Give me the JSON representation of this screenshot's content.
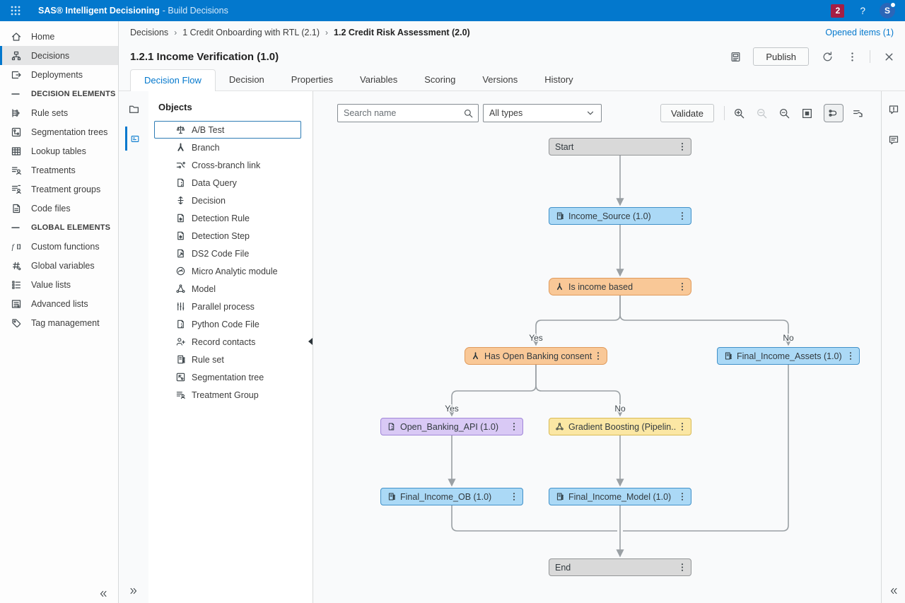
{
  "app_bar": {
    "title_bold": "SAS® Intelligent Decisioning",
    "title_rest": "- Build Decisions",
    "notification_count": "2",
    "help_label": "?",
    "avatar_initial": "S"
  },
  "sidebar": {
    "items": [
      {
        "icon": "home",
        "label": "Home"
      },
      {
        "icon": "decisions",
        "label": "Decisions",
        "selected": true
      },
      {
        "icon": "deployments",
        "label": "Deployments"
      },
      {
        "icon": "section-dash",
        "label": "DECISION ELEMENTS",
        "header": true
      },
      {
        "icon": "rule-sets",
        "label": "Rule sets"
      },
      {
        "icon": "segmentation-trees",
        "label": "Segmentation trees"
      },
      {
        "icon": "lookup-tables",
        "label": "Lookup tables"
      },
      {
        "icon": "treatments",
        "label": "Treatments"
      },
      {
        "icon": "treatment-groups",
        "label": "Treatment groups"
      },
      {
        "icon": "code-files",
        "label": "Code files"
      },
      {
        "icon": "section-dash",
        "label": "GLOBAL ELEMENTS",
        "header": true
      },
      {
        "icon": "custom-functions",
        "label": "Custom functions"
      },
      {
        "icon": "global-variables",
        "label": "Global variables"
      },
      {
        "icon": "value-lists",
        "label": "Value lists"
      },
      {
        "icon": "advanced-lists",
        "label": "Advanced lists"
      },
      {
        "icon": "tag-management",
        "label": "Tag management"
      }
    ]
  },
  "breadcrumb": {
    "separator": "›",
    "items": [
      "Decisions",
      "1 Credit Onboarding with RTL (2.1)",
      "1.2 Credit Risk Assessment (2.0)"
    ],
    "opened_items": "Opened items (1)"
  },
  "header": {
    "title": "1.2.1 Income Verification (1.0)",
    "publish_label": "Publish"
  },
  "tabs": [
    {
      "label": "Decision Flow",
      "active": true
    },
    {
      "label": "Decision"
    },
    {
      "label": "Properties"
    },
    {
      "label": "Variables"
    },
    {
      "label": "Scoring"
    },
    {
      "label": "Versions"
    },
    {
      "label": "History"
    }
  ],
  "objects_panel": {
    "title": "Objects",
    "items": [
      {
        "icon": "ab-test",
        "label": "A/B Test",
        "selected": true
      },
      {
        "icon": "branch",
        "label": "Branch"
      },
      {
        "icon": "cross-branch-link",
        "label": "Cross-branch link"
      },
      {
        "icon": "data-query",
        "label": "Data Query"
      },
      {
        "icon": "decision",
        "label": "Decision"
      },
      {
        "icon": "detection-rule",
        "label": "Detection Rule"
      },
      {
        "icon": "detection-step",
        "label": "Detection Step"
      },
      {
        "icon": "ds2-code-file",
        "label": "DS2 Code File"
      },
      {
        "icon": "micro-analytic",
        "label": "Micro Analytic module"
      },
      {
        "icon": "model",
        "label": "Model"
      },
      {
        "icon": "parallel-process",
        "label": "Parallel process"
      },
      {
        "icon": "python-code-file",
        "label": "Python Code File"
      },
      {
        "icon": "record-contacts",
        "label": "Record contacts"
      },
      {
        "icon": "rule-set",
        "label": "Rule set"
      },
      {
        "icon": "segmentation-tree",
        "label": "Segmentation tree"
      },
      {
        "icon": "treatment-group",
        "label": "Treatment Group"
      }
    ]
  },
  "canvas": {
    "search_placeholder": "Search name",
    "type_filter_value": "All types",
    "validate_label": "Validate"
  },
  "flow": {
    "nodes": [
      {
        "label": "Start",
        "type": "start"
      },
      {
        "label": "Income_Source (1.0)",
        "icon": "rule-set",
        "type": "rule-set"
      },
      {
        "label": "Is income based",
        "icon": "branch",
        "type": "branch"
      },
      {
        "label": "Has Open Banking consent",
        "icon": "branch",
        "type": "branch"
      },
      {
        "label": "Final_Income_Assets (1.0)",
        "icon": "rule-set",
        "type": "rule-set"
      },
      {
        "label": "Open_Banking_API (1.0)",
        "icon": "data-query",
        "type": "data-query"
      },
      {
        "label": "Gradient Boosting (Pipelin...",
        "icon": "model",
        "type": "model"
      },
      {
        "label": "Final_Income_OB (1.0)",
        "icon": "rule-set",
        "type": "rule-set"
      },
      {
        "label": "Final_Income_Model (1.0)",
        "icon": "rule-set",
        "type": "rule-set"
      },
      {
        "label": "End",
        "type": "end"
      }
    ],
    "edge_labels": {
      "split1_yes": "Yes",
      "split1_no": "No",
      "split2_yes": "Yes",
      "split2_no": "No"
    }
  },
  "icons": {
    "appbar_menu": "waffle",
    "journal": "journal",
    "refresh": "refresh",
    "kebab": "kebab",
    "close": "close",
    "search": "search",
    "type_dropdown": "chevron-down",
    "zoom_in": "zoom-in",
    "zoom_out": "zoom-out",
    "zoom_actual": "zoom-actual",
    "fit_screen": "fit-screen",
    "flow_links": "flow-links",
    "reroute": "reroute",
    "issues": "bubble-warn",
    "comments": "bubble-comment",
    "collapse_left": "chevrons-left",
    "expand_right": "chevrons-right",
    "rail_folder": "folder",
    "rail_objects": "objects-rail"
  },
  "colors": {
    "accent": "#0378CD",
    "topbar": "#0378CD",
    "badge": "#A51E44",
    "node_gray": "#D9D9D9",
    "node_blue": "#ABD9F6",
    "node_orange": "#F9C897",
    "node_purple": "#D9C9F5",
    "node_yellow": "#FBE7A4",
    "connector": "#9AA0A4"
  }
}
